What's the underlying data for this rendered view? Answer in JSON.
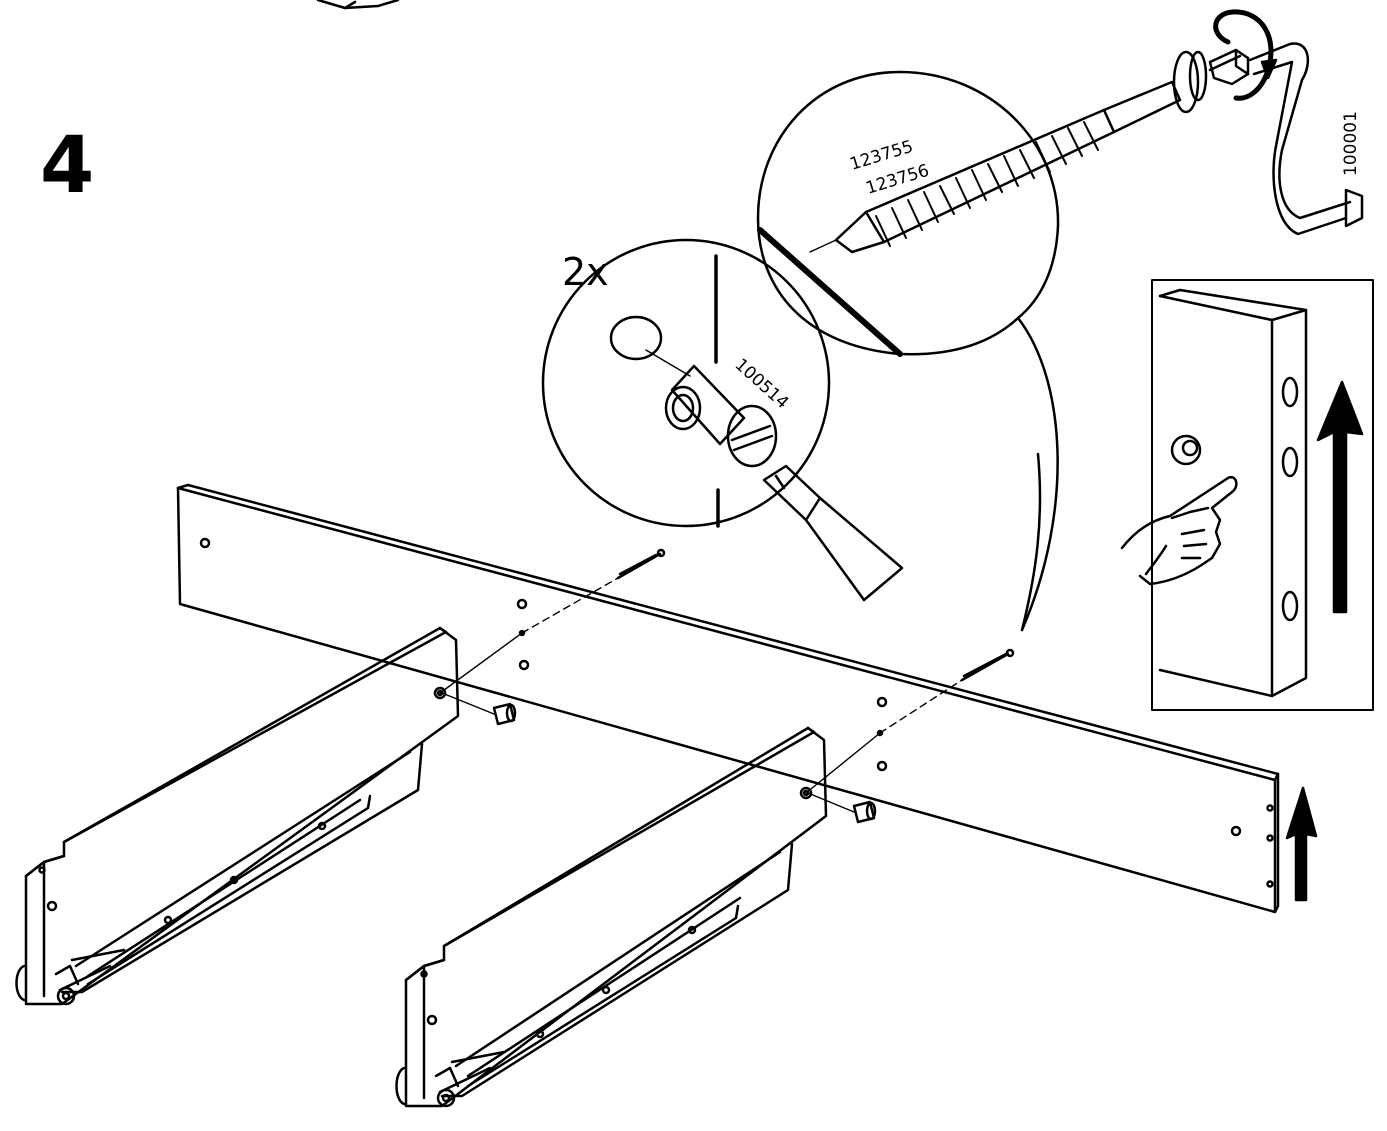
{
  "step": {
    "number": "4"
  },
  "parts": {
    "bolt_ids": [
      "123755",
      "123756"
    ],
    "allen_key_id": "100001",
    "cam_nut_id": "100514",
    "cam_nut_quantity": "2x"
  },
  "colors": {
    "ink": "#000000",
    "paper": "#ffffff"
  }
}
